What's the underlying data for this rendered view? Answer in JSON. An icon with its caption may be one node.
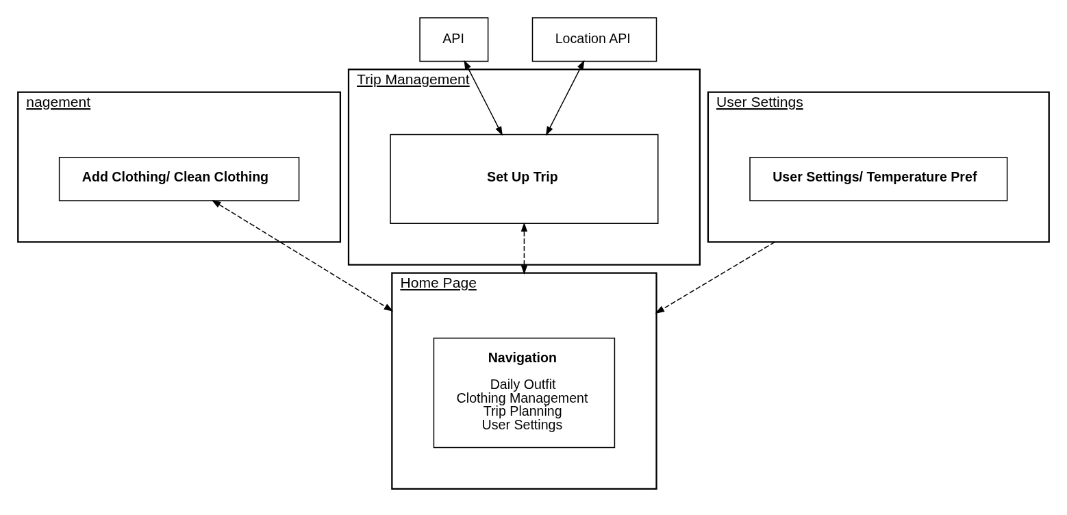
{
  "diagram": {
    "nodes": [
      {
        "text": [
          "API"
        ]
      },
      {
        "text": [
          "Location API"
        ]
      },
      {
        "text": [
          "nagement"
        ]
      },
      {
        "text": [
          "Add Clothing/ Clean Clothing"
        ],
        "in": 2
      },
      {
        "text": [
          "Trip Management"
        ]
      },
      {
        "text": [
          "Set Up Trip"
        ],
        "in": 4
      },
      {
        "text": [
          "User Settings"
        ]
      },
      {
        "text": [
          "User Settings/ Temperature Pref"
        ],
        "in": 6
      },
      {
        "text": [
          "Home Page"
        ]
      },
      {
        "text": [
          "Navigation",
          "Daily Outfit",
          "Clothing Management",
          "Trip Planning",
          "User Settings"
        ],
        "in": 8
      }
    ],
    "edges": [
      {
        "from": 0,
        "to": 5,
        "arrow": "both"
      },
      {
        "from": 1,
        "to": 5,
        "arrow": "both"
      },
      {
        "from": 3,
        "to": 8,
        "arrow": "both",
        "style": "dashed"
      },
      {
        "from": 5,
        "to": 8,
        "arrow": "both",
        "style": "dashed"
      },
      {
        "from": 6,
        "to": 8,
        "arrow": "to",
        "style": "dashed"
      }
    ]
  }
}
